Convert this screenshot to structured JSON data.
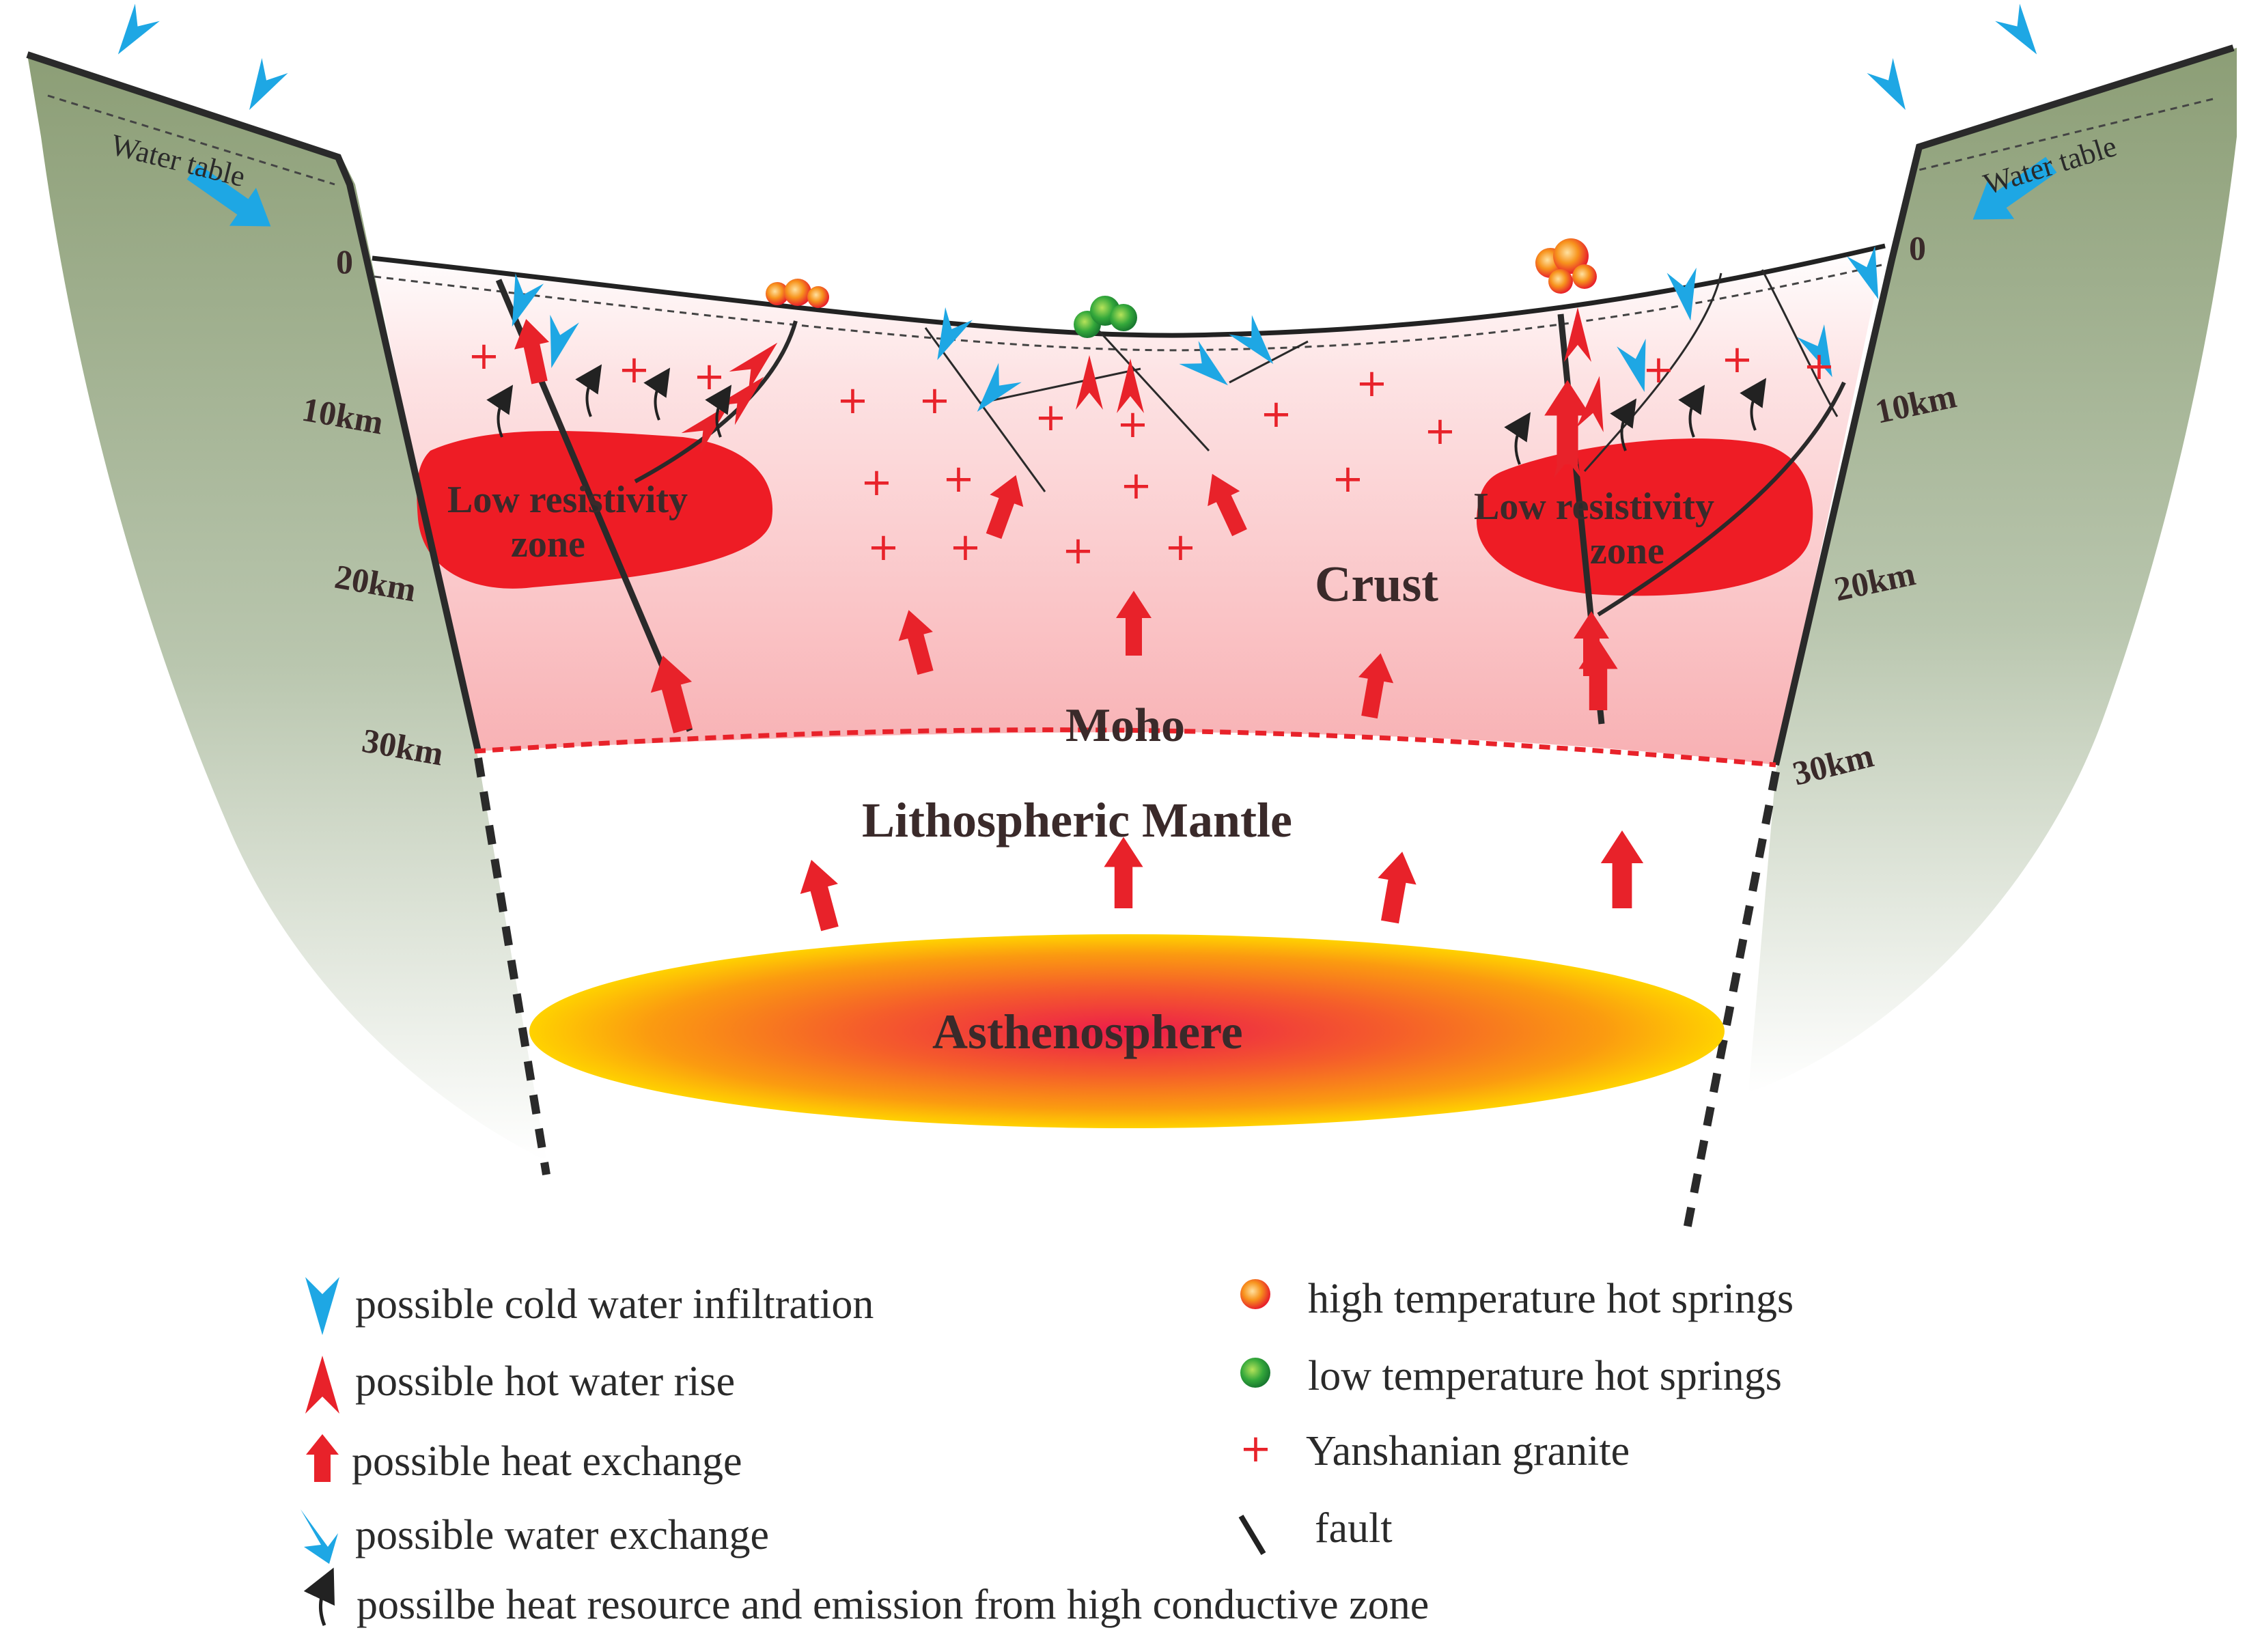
{
  "labels": {
    "crust": "Crust",
    "moho": "Moho",
    "mantle": "Lithospheric Mantle",
    "asthenosphere": "Asthenosphere",
    "low_res_left_1": "Low resistivity",
    "low_res_left_2": "zone",
    "low_res_right_1": "Low resistivity",
    "low_res_right_2": "zone",
    "water_table_left": "Water table",
    "water_table_right": "Water table"
  },
  "depth_left": [
    "0",
    "10km",
    "20km",
    "30km"
  ],
  "depth_right": [
    "0",
    "10km",
    "20km",
    "30km"
  ],
  "legend": {
    "cold_water": "possible cold water infiltration",
    "hot_water": "possible hot water rise",
    "heat_exchange": "possible heat exchange",
    "water_exchange": "possible water exchange",
    "heat_resource": "possilbe heat resource and emission from high conductive zone",
    "high_springs": "high temperature hot springs",
    "low_springs": "low temperature hot springs",
    "granite": "Yanshanian granite",
    "fault": "fault"
  },
  "granite_symbol": "+",
  "colors": {
    "crust_pink": "#f9b9bb",
    "low_res_zone": "#ee1c25",
    "cold_water_blue": "#1ea7e4",
    "hot_arrow_red": "#e8222a",
    "valley_green": "#8ea079",
    "moho_dash": "#e8222a",
    "asthenosphere_center": "#ec1c4a",
    "asthenosphere_edge": "#ffd200"
  }
}
